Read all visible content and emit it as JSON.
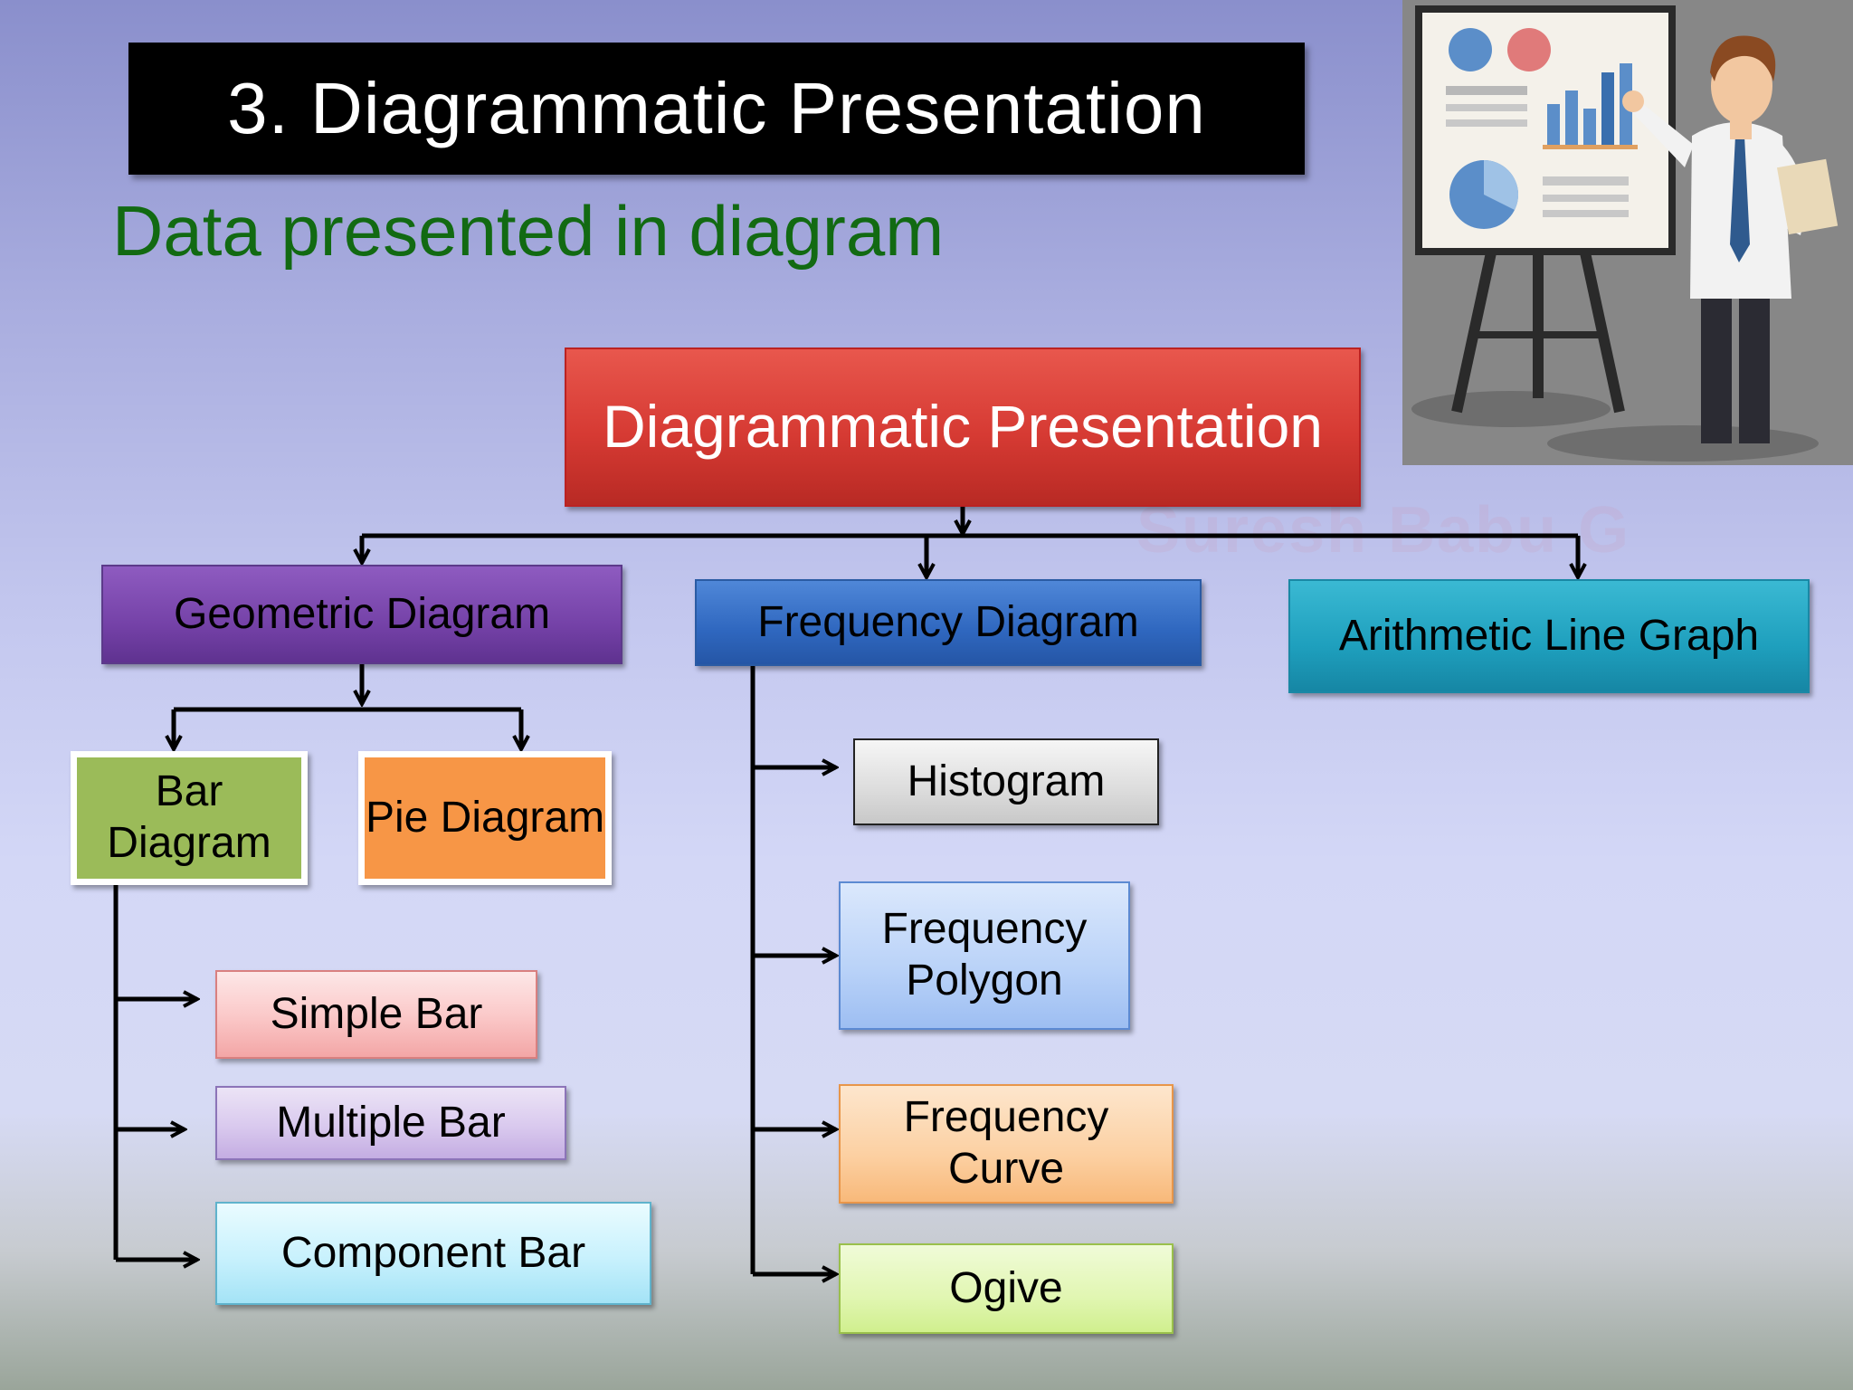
{
  "slide": {
    "title": "3. Diagrammatic Presentation",
    "subtitle": "Data presented in diagram",
    "watermark": "Suresh Babu G"
  },
  "diagram": {
    "root": "Diagrammatic Presentation",
    "level1": {
      "geometric": "Geometric Diagram",
      "frequency": "Frequency Diagram",
      "arithmetic": "Arithmetic Line Graph"
    },
    "geometric_children": {
      "bar": "Bar Diagram",
      "pie": "Pie Diagram"
    },
    "bar_children": {
      "simple": "Simple Bar",
      "multiple": "Multiple Bar",
      "component": "Component Bar"
    },
    "frequency_children": {
      "histogram": "Histogram",
      "polygon": "Frequency Polygon",
      "curve": "Frequency Curve",
      "ogive": "Ogive"
    }
  },
  "colors": {
    "title_bar": "#000000",
    "subtitle": "#126a12",
    "root": "#d63a33",
    "geometric": "#7542a8",
    "frequency": "#2f67bf",
    "arithmetic": "#1e9fbd",
    "bar": "#9bbb59",
    "pie": "#f79646"
  }
}
